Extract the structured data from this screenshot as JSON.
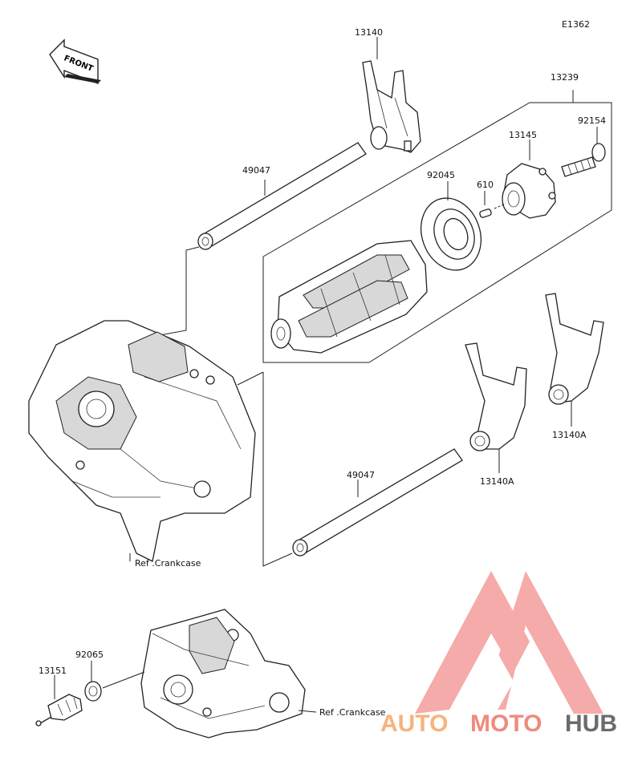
{
  "diagram_code": "E1362",
  "front_label": "FRONT",
  "parts": {
    "fork_13140": "13140",
    "drum_set_13239": "13239",
    "bolt_92154": "92154",
    "holder_13145": "13145",
    "bearing_92045": "92045",
    "pin_610": "610",
    "shaft_upper_49047": "49047",
    "shaft_lower_49047": "49047",
    "fork_13140a_right": "13140A",
    "fork_13140a_mid": "13140A",
    "switch_13151": "13151",
    "washer_92065": "92065"
  },
  "ref_crankcase_upper": "Ref .Crankcase",
  "ref_crankcase_lower": "Ref .Crankcase",
  "watermark": {
    "auto": "AUTO",
    "moto": "MOTO",
    "hub": "HUB",
    "colors": {
      "auto": "#f6b37f",
      "moto": "#f08a7e",
      "hub": "#6b6b6b",
      "triangle": "#f4a3a0"
    }
  }
}
